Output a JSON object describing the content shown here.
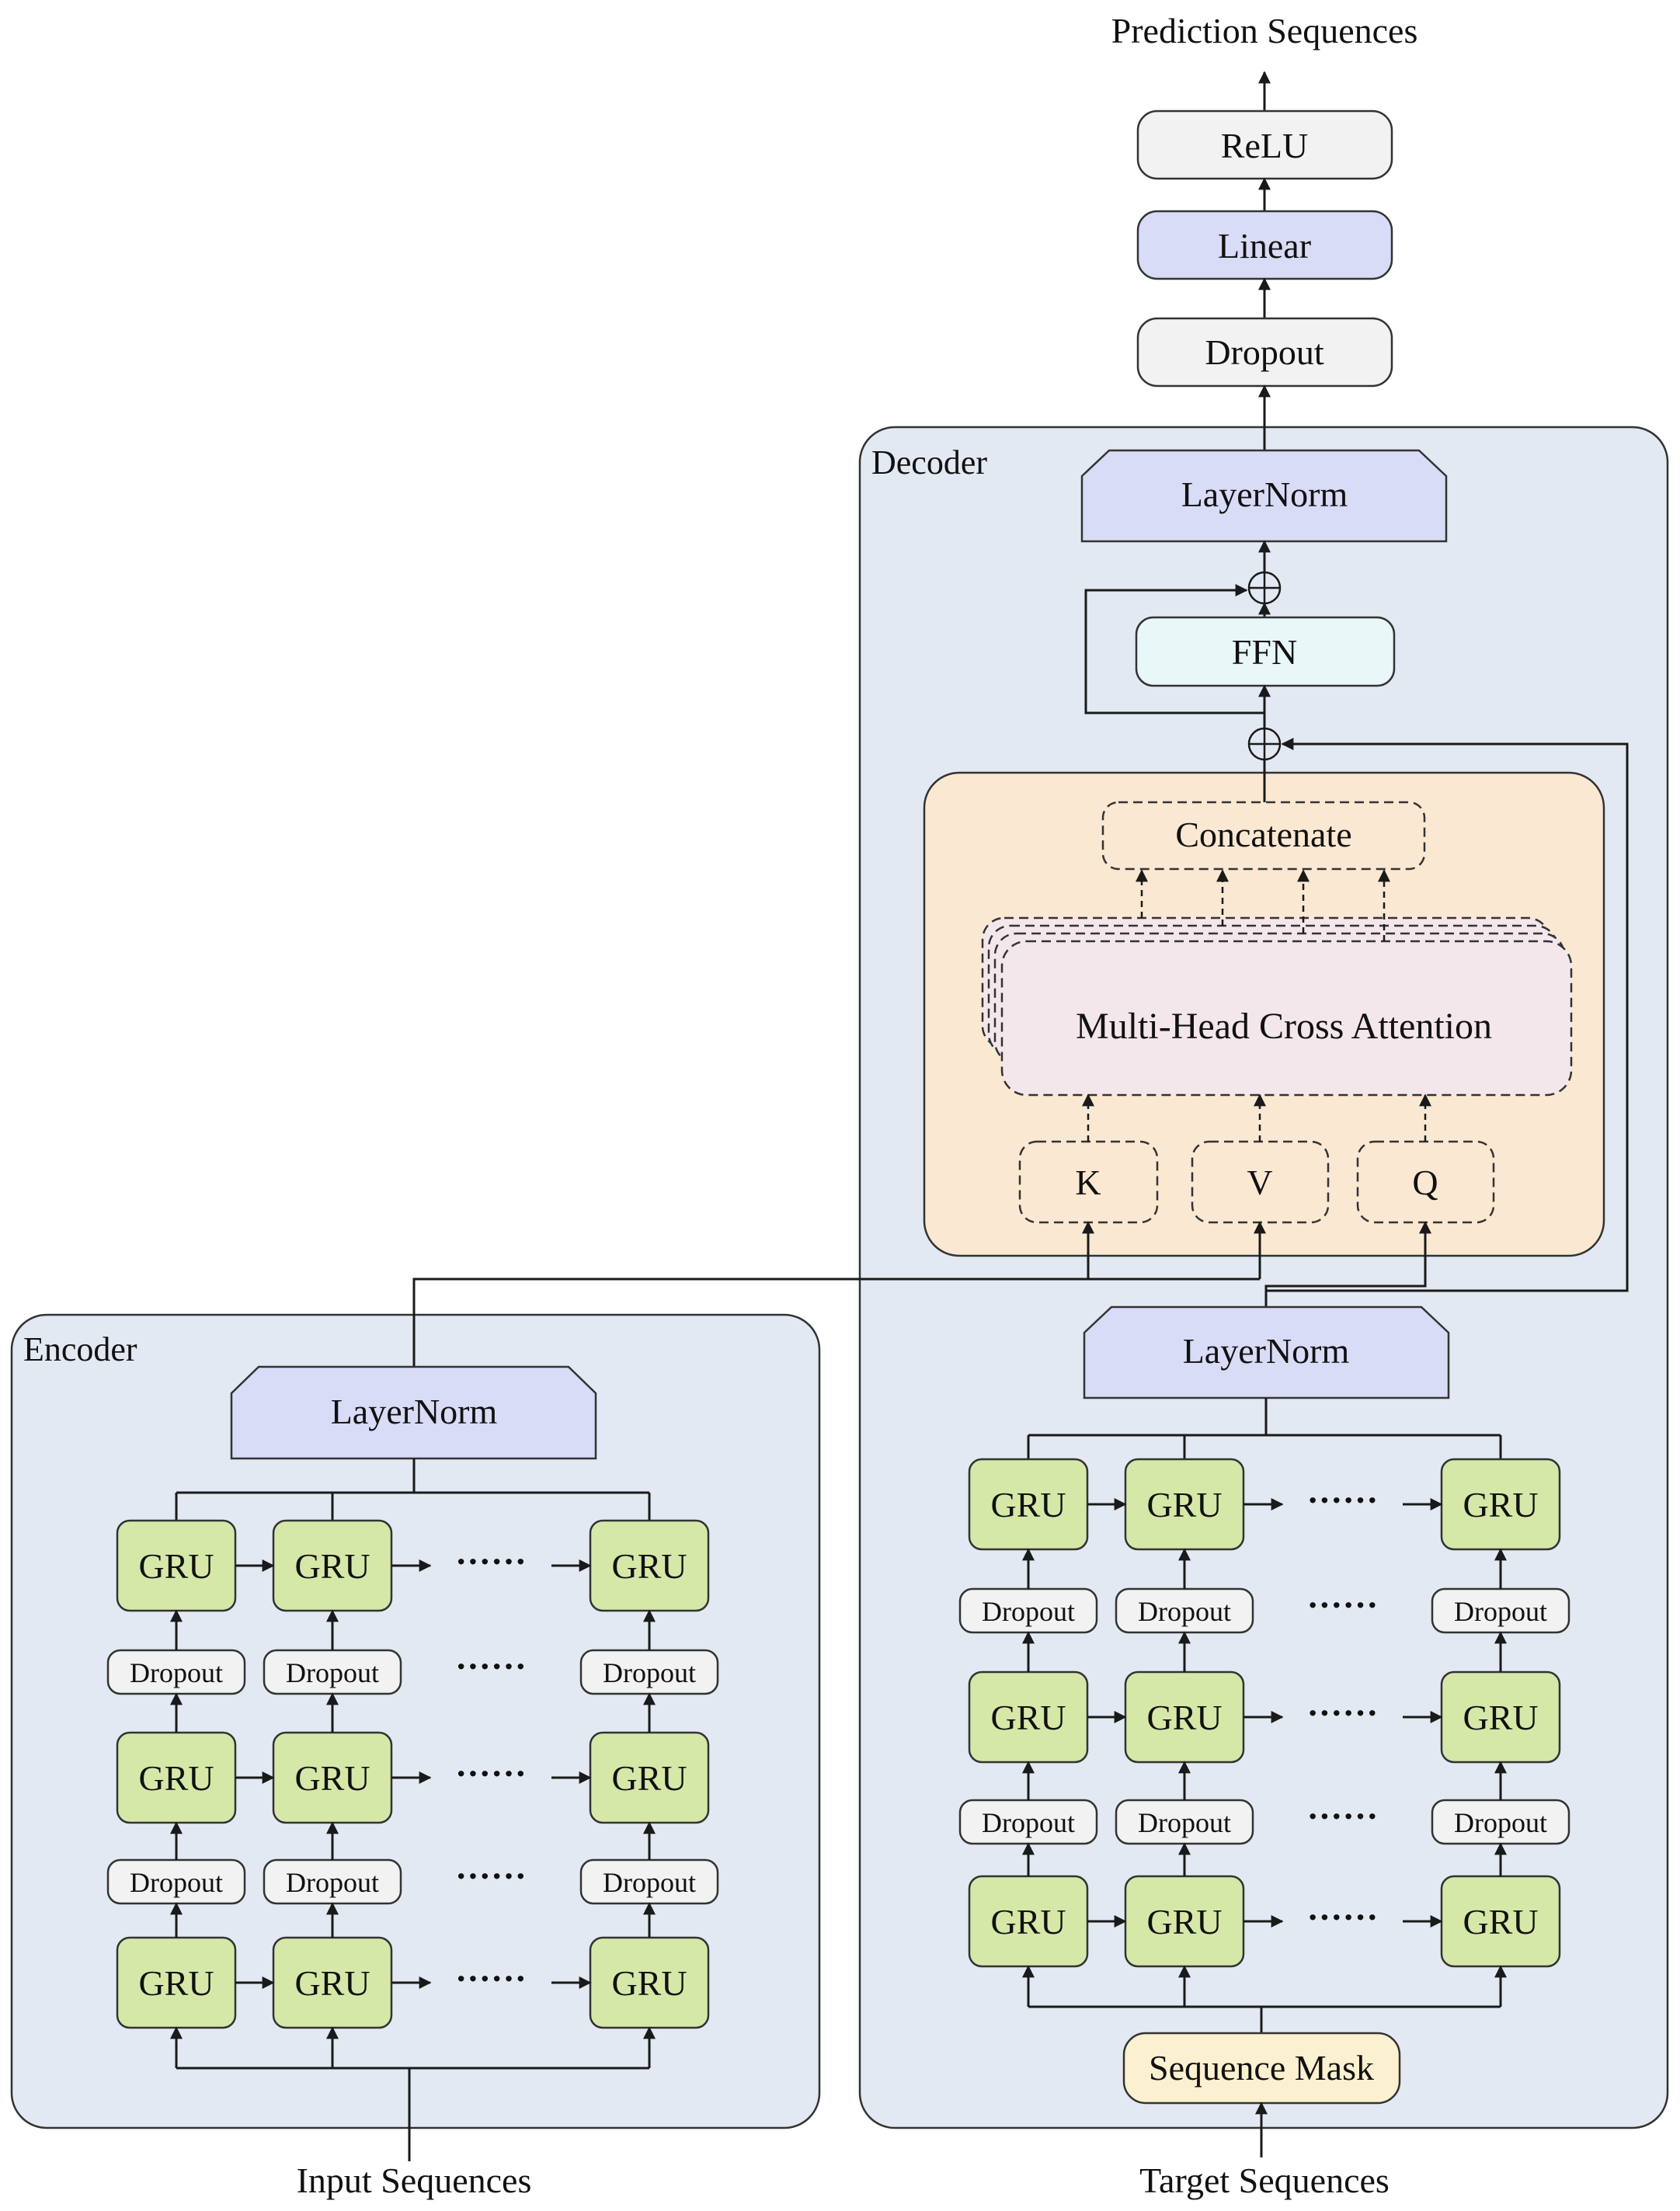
{
  "colors": {
    "panel_fill": "#e3e9f2",
    "layernorm_fill": "#d9dcf7",
    "gru_fill": "#d6e8a8",
    "dropout_fill": "#f2f2f2",
    "ffn_fill": "#e8f7f8",
    "attention_panel_fill": "#fae8d2",
    "attention_fill": "#f3e7ec",
    "mask_fill": "#fbf0cf",
    "line": "#1a1a1a"
  },
  "labels": {
    "prediction": "Prediction Sequences",
    "input": "Input Sequences",
    "target": "Target Sequences"
  },
  "head": {
    "relu": "ReLU",
    "linear": "Linear",
    "dropout": "Dropout"
  },
  "decoder": {
    "title": "Decoder",
    "layernorm_top": "LayerNorm",
    "ffn": "FFN",
    "concatenate": "Concatenate",
    "attention": "Multi-Head Cross Attention",
    "k": "K",
    "v": "V",
    "q": "Q",
    "layernorm_bottom": "LayerNorm",
    "sequence_mask": "Sequence Mask"
  },
  "encoder": {
    "title": "Encoder",
    "layernorm": "LayerNorm"
  },
  "gru_label": "GRU",
  "dropout_label": "Dropout",
  "ellipsis": "······"
}
